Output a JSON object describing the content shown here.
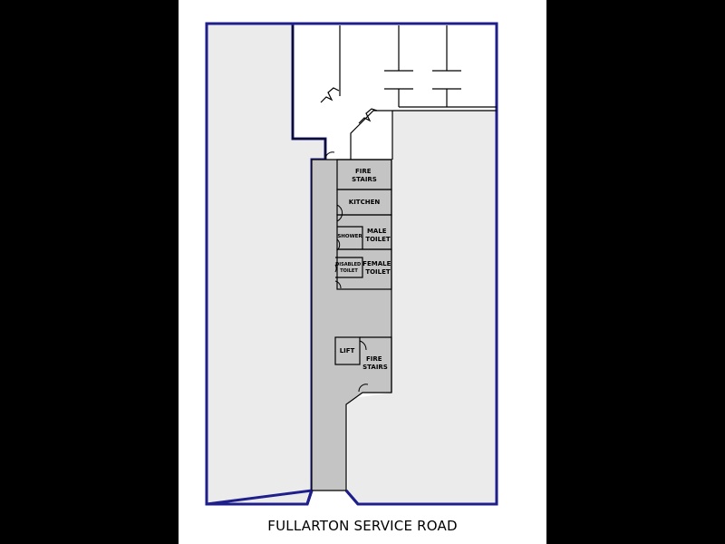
{
  "colors": {
    "background": "#000000",
    "sheet": "#ffffff",
    "outline": "#1f1f8c",
    "tenancy_fill": "#ebebeb",
    "corridor_fill": "#c4c4c4",
    "wall": "#000000"
  },
  "rooms": {
    "fire_stairs_top": [
      "FIRE",
      "STAIRS"
    ],
    "kitchen": "KITCHEN",
    "male_toilet": [
      "MALE",
      "TOILET"
    ],
    "shower": "SHOWER",
    "disabled_toilet": [
      "DISABLED",
      "TOILET"
    ],
    "female_toilet": [
      "FEMALE",
      "TOILET"
    ],
    "lift": "LIFT",
    "fire_stairs_bottom": [
      "FIRE",
      "STAIRS"
    ]
  },
  "street": {
    "name": "FULLARTON SERVICE ROAD"
  }
}
